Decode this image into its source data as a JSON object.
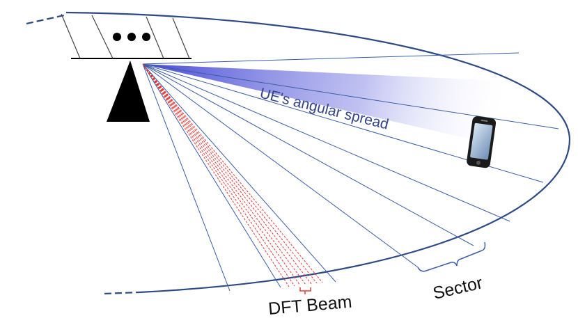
{
  "labels": {
    "spread": "UE's angular spread",
    "sector": "Sector",
    "dft_beam": "DFT Beam"
  },
  "colors": {
    "arc": "#2c4a86",
    "sector_line": "#3a5ca8",
    "dft_line": "#e53935",
    "spread_fill": "#5a5fd6",
    "spread_text": "#33438c",
    "bs": "#000000",
    "label_text": "#111111"
  },
  "icons": {
    "base_station": "base-station-icon",
    "phone": "smartphone-icon",
    "ellipsis": "ellipsis-icon"
  }
}
